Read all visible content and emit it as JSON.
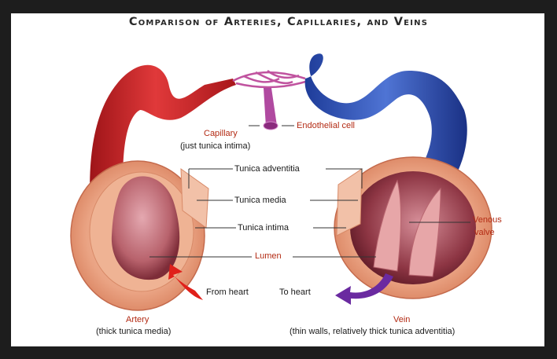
{
  "title": "Comparison of Arteries, Capillaries, and Veins",
  "labels": {
    "capillary": "Capillary",
    "capillary_note": "(just tunica intima)",
    "endothelial": "Endothelial cell",
    "tunica_adventitia": "Tunica adventitia",
    "tunica_media": "Tunica media",
    "tunica_intima": "Tunica intima",
    "lumen": "Lumen",
    "venous_valve_1": "Venous",
    "venous_valve_2": "valve",
    "from_heart": "From heart",
    "to_heart": "To heart",
    "artery": "Artery",
    "artery_note": "(thick tunica media)",
    "vein": "Vein",
    "vein_note": "(thin walls, relatively thick tunica adventitia)"
  },
  "colors": {
    "artery": "#c8282a",
    "vein": "#2b4aa8",
    "capillary": "#b04aa0",
    "label_red": "#b32b14",
    "arrow_red": "#e0201a",
    "arrow_purple": "#6a2aa0"
  }
}
